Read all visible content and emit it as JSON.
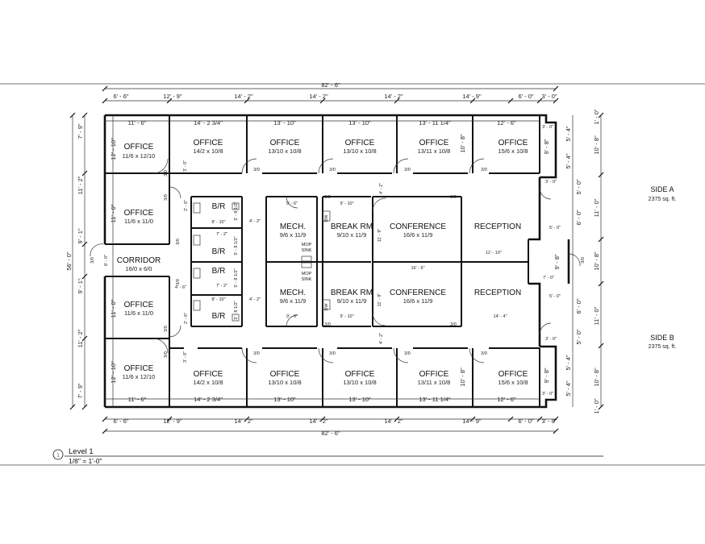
{
  "side_a": {
    "title": "SIDE A",
    "area": "2375 sq. ft."
  },
  "side_b": {
    "title": "SIDE B",
    "area": "2375 sq. ft."
  },
  "view": {
    "number": "1",
    "name": "Level 1",
    "scale": "1/8\" = 1'-0\""
  },
  "overall": {
    "width": "82' - 6\"",
    "depth": "56' - 0\""
  },
  "rooms": {
    "office_tl": {
      "name": "OFFICE",
      "size": "11/6 x 12/10"
    },
    "office_t1": {
      "name": "OFFICE",
      "size": "14/2 x 10/8"
    },
    "office_t2": {
      "name": "OFFICE",
      "size": "13/10 x 10/8"
    },
    "office_t3": {
      "name": "OFFICE",
      "size": "13/10 x 10/8"
    },
    "office_t4": {
      "name": "OFFICE",
      "size": "13/11 x 10/8"
    },
    "office_t5": {
      "name": "OFFICE",
      "size": "15/6 x 10/8"
    },
    "office_ml_a": {
      "name": "OFFICE",
      "size": "11/6 x 11/0"
    },
    "corridor": {
      "name": "CORRIDOR",
      "size": "16/0 x 6/0"
    },
    "office_ml_b": {
      "name": "OFFICE",
      "size": "11/6 x 11/0"
    },
    "office_bl": {
      "name": "OFFICE",
      "size": "11/6 x 12/10"
    },
    "office_b1": {
      "name": "OFFICE",
      "size": "14/2 x 10/8"
    },
    "office_b2": {
      "name": "OFFICE",
      "size": "13/10 x 10/8"
    },
    "office_b3": {
      "name": "OFFICE",
      "size": "13/10 x 10/8"
    },
    "office_b4": {
      "name": "OFFICE",
      "size": "13/11 x 10/8"
    },
    "office_b5": {
      "name": "OFFICE",
      "size": "15/6 x 10/8"
    },
    "br1": {
      "name": "B/R"
    },
    "br2": {
      "name": "B/R"
    },
    "br3": {
      "name": "B/R"
    },
    "br4": {
      "name": "B/R"
    },
    "mech_a": {
      "name": "MECH.",
      "size": "9/6 x 11/9"
    },
    "mech_b": {
      "name": "MECH.",
      "size": "9/6 x 11/9"
    },
    "break_a": {
      "name": "BREAK RM",
      "size": "9/10 x 11/9"
    },
    "break_b": {
      "name": "BREAK RM",
      "size": "9/10 x 11/9"
    },
    "conf_a": {
      "name": "CONFERENCE",
      "size": "16/6 x 11/9"
    },
    "conf_b": {
      "name": "CONFERENCE",
      "size": "16/6 x 11/9"
    },
    "recep_a": {
      "name": "RECEPTION"
    },
    "recep_b": {
      "name": "RECEPTION"
    }
  },
  "labels": {
    "mop": "MOP",
    "sink": "SINK",
    "dw": "DW",
    "door": "3/0"
  },
  "dims": {
    "top_outer": [
      "6' - 6\"",
      "12' - 9\"",
      "14' - 2\"",
      "14' - 2\"",
      "14' - 2\"",
      "14' - 9\"",
      "6' - 0\"",
      "3' - 0\""
    ],
    "top_inner": [
      "11' - 6\"",
      "14' - 2 3/4\"",
      "13' - 10\"",
      "13' - 10\"",
      "13' - 11 1/4\"",
      "12' - 6\""
    ],
    "bottom_inner": [
      "11' - 6\"",
      "14' - 2 3/4\"",
      "13' - 10\"",
      "13' - 10\"",
      "13' - 11 1/4\"",
      "12' - 6\""
    ],
    "bottom_outer": [
      "6' - 6\"",
      "12' - 9\"",
      "14' - 2\"",
      "14' - 2\"",
      "14' - 2\"",
      "14' - 9\"",
      "6' - 0\"",
      "3' - 0\""
    ],
    "left_outer": [
      "7' - 9\"",
      "11' - 2\"",
      "9' - 1\"",
      "9' - 1\"",
      "11' - 2\"",
      "7' - 9\""
    ],
    "left_inner": [
      "12' - 10\"",
      "11' - 0\"",
      "6' - 0\"",
      "11' - 0\"",
      "12' - 10\""
    ],
    "right_outer": [
      "1' - 0\"",
      "10' - 8\"",
      "11' - 0\"",
      "10' - 8\"",
      "11' - 0\"",
      "10' - 8\"",
      "1' - 0\""
    ],
    "right_inner": [
      "3' - 0\"",
      "5' - 4\"",
      "5' - 4\"",
      "5' - 0\"",
      "6' - 0\"",
      "9' - 8\"",
      "6' - 0\"",
      "5' - 0\"",
      "5' - 4\"",
      "5' - 4\"",
      "3' - 0\""
    ],
    "misc": {
      "r_top_9_8": "9' - 8\"",
      "r_bot_9_8": "9' - 8\"",
      "o_t4_10_8": "10' - 8\"",
      "o_b4_10_8": "10' - 8\"",
      "br_8_10_a": "8' - 10\"",
      "br_8_10_b": "8' - 10\"",
      "br_7_2_a": "7' - 2\"",
      "br_7_2_b": "7' - 2\"",
      "br_4_2_a": "4' - 2\"",
      "br_4_2_b": "4' - 2\"",
      "br_5_8_a": "5' - 8 1/2\"",
      "br_5_8_b": "5' - 8 1/2\"",
      "br_5_8_c": "5' - 8 1/2\"",
      "br_5_8_d": "5' - 8 1/2\"",
      "br_2_6_a": "2' - 6\"",
      "br_2_6_b": "2' - 6\"",
      "mech_9_6_a": "9' - 6\"",
      "mech_9_6_b": "9' - 6\"",
      "brk_9_10_a": "9' - 10\"",
      "brk_9_10_b": "9' - 10\"",
      "conf_11_9_a": "11' - 9\"",
      "conf_11_9_b": "11' - 9\"",
      "conf_16_6": "16' - 6\"",
      "c_4_2_a": "4' - 2\"",
      "c_4_2_b": "4' - 2\"",
      "rec_11_10": "11' - 10\"",
      "rec_14_4": "14' - 4\"",
      "rec_7_0": "7' - 0\"",
      "l_4_6": "4' - 6\"",
      "l_3_0_a": "3' - 0\"",
      "l_3_0_b": "3' - 0\"",
      "r_3_0_a": "3' - 0\"",
      "r_3_0_b": "3' - 0\""
    }
  }
}
